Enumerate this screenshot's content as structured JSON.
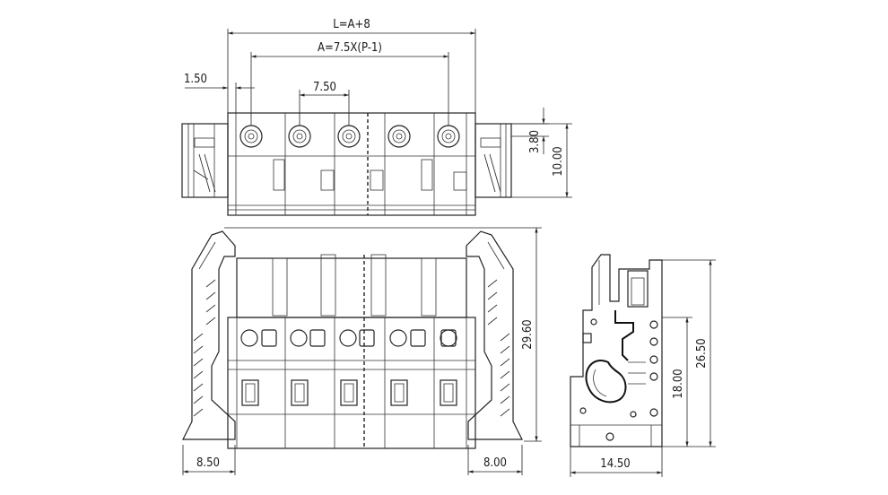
{
  "dimensions": {
    "total_length": "L=A+8",
    "pitch_span": "A=7.5X(P-1)",
    "edge_offset": "1.50",
    "pitch": "7.50",
    "hole_offset": "3.80",
    "top_height": "10.00",
    "front_height": "29.60",
    "left_flange": "8.50",
    "right_flange": "8.00",
    "side_height": "26.50",
    "side_inner_height": "18.00",
    "side_width": "14.50"
  }
}
